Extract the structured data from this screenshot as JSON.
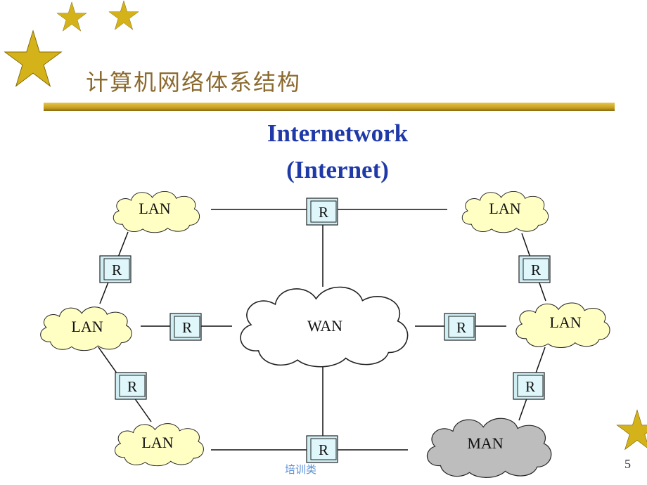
{
  "slide": {
    "title": "计算机网络体系结构",
    "heading_line1": "Internetwork",
    "heading_line2": "(Internet)",
    "footer": "培训类",
    "page_number": "5"
  },
  "diagram": {
    "clouds": {
      "lan_top_left": "LAN",
      "lan_top_right": "LAN",
      "lan_mid_left": "LAN",
      "lan_mid_right": "LAN",
      "lan_bottom_left": "LAN",
      "wan_center": "WAN",
      "man_bottom_right": "MAN"
    },
    "router_label": "R"
  },
  "colors": {
    "lan_fill": "#ffffc4",
    "wan_fill": "#ffffff",
    "man_fill": "#bdbdbd",
    "router_fill": "#cfeef4",
    "heading_color": "#1f3aa8",
    "title_color": "#8b6a2f",
    "star_color": "#d4b21a"
  }
}
